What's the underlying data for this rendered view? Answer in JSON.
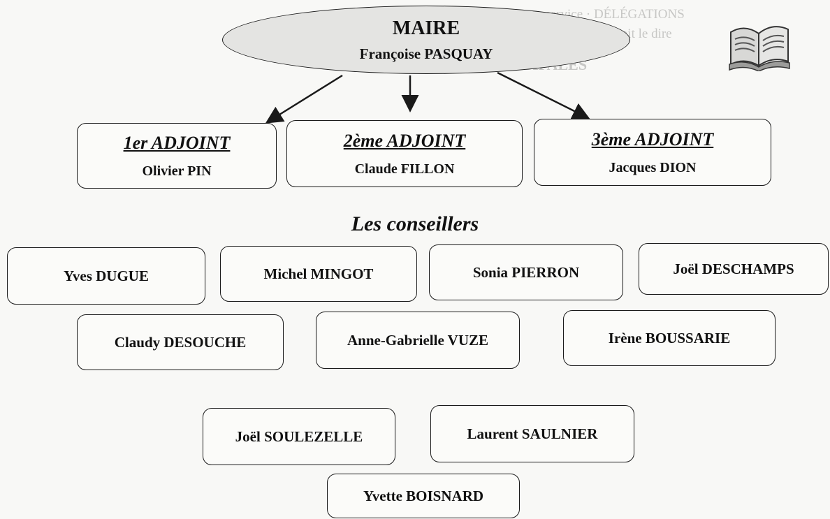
{
  "mayor": {
    "title": "MAIRE",
    "name": "Françoise PASQUAY"
  },
  "adjoints": [
    {
      "role": "1er ADJOINT",
      "name": "Olivier PIN"
    },
    {
      "role": "2ème ADJOINT",
      "name": "Claude FILLON"
    },
    {
      "role": "3ème ADJOINT",
      "name": "Jacques DION"
    }
  ],
  "section_title": "Les conseillers",
  "conseillers": [
    "Yves DUGUE",
    "Michel MINGOT",
    "Sonia PIERRON",
    "Joël DESCHAMPS",
    "Claudy DESOUCHE",
    "Anne-Gabrielle VUZE",
    "Irène BOUSSARIE",
    "Joël SOULEZELLE",
    "Laurent SAULNIER",
    "Yvette BOISNARD"
  ],
  "colors": {
    "ink": "#1a1a1a",
    "ellipse_fill": "#e4e4e2",
    "page": "#f8f8f6"
  },
  "icons": {
    "corner": "open-book-icon"
  }
}
